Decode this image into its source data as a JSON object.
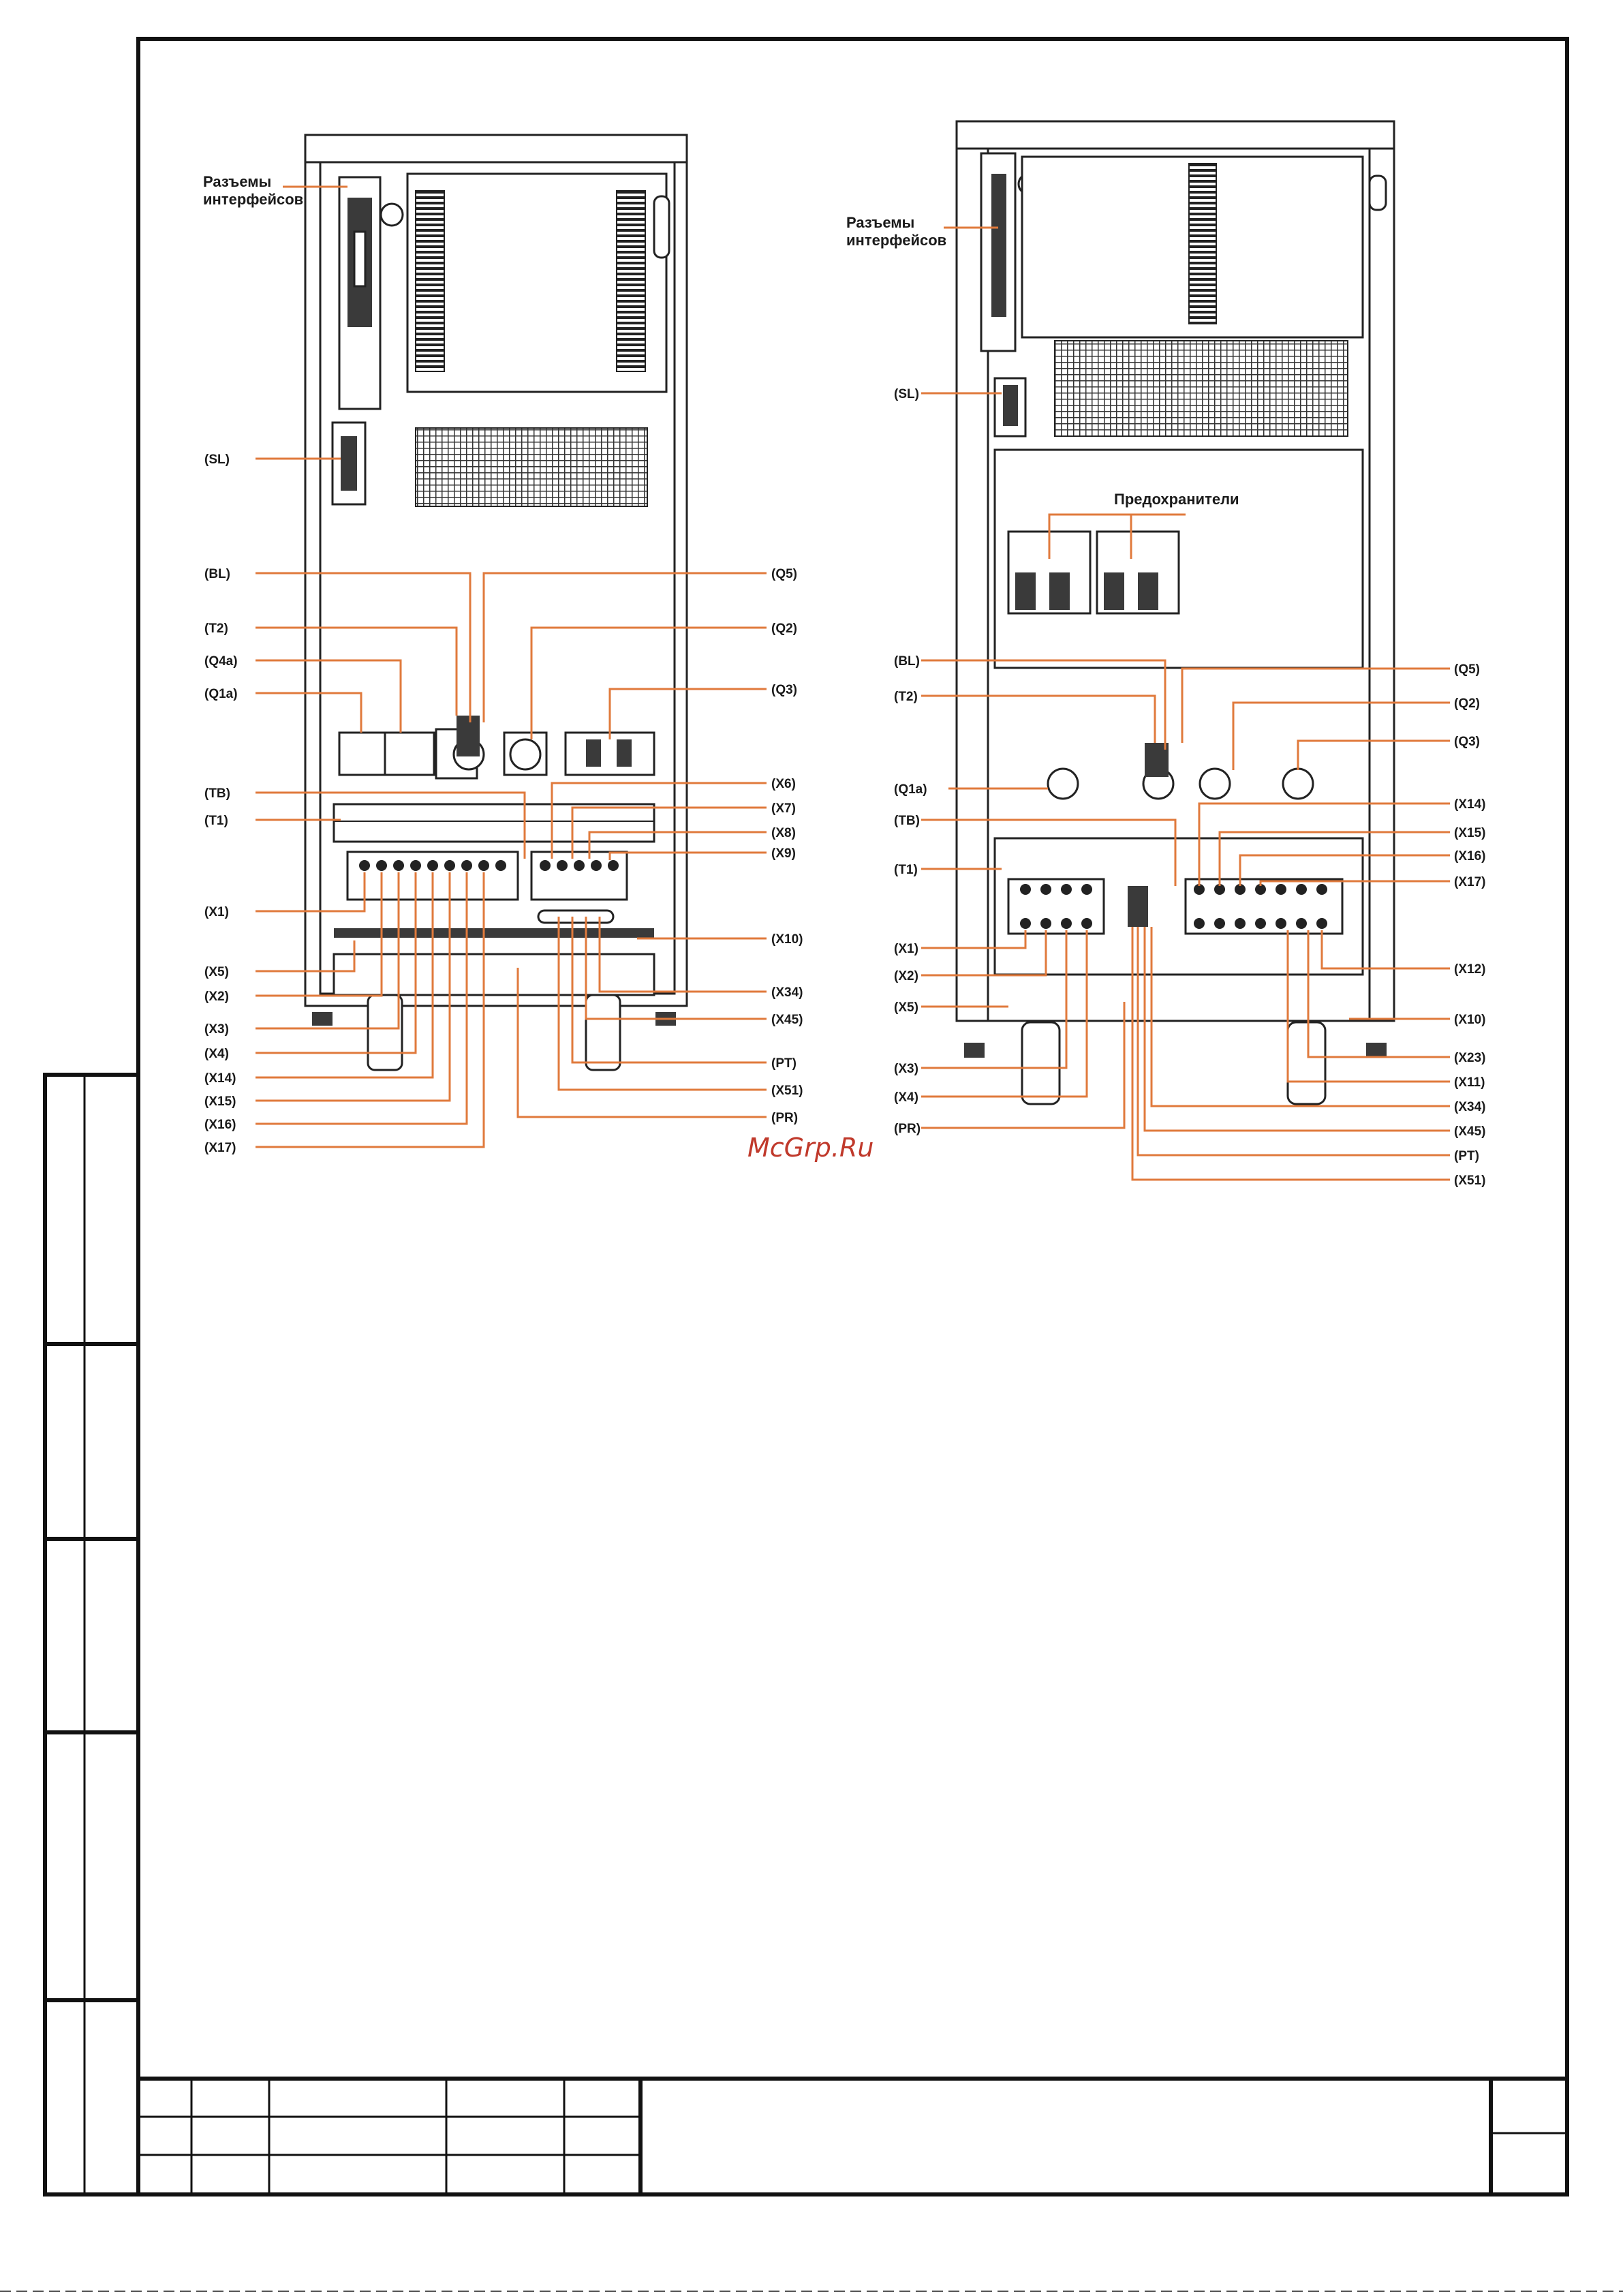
{
  "left_diagram": {
    "interface_label_line1": "Разъемы",
    "interface_label_line2": "интерфейсов",
    "labels_left": [
      "(SL)",
      "(BL)",
      "(T2)",
      "(Q4a)",
      "(Q1a)",
      "(TB)",
      "(T1)",
      "(X1)",
      "(X5)",
      "(X2)",
      "(X3)",
      "(X4)",
      "(X14)",
      "(X15)",
      "(X16)",
      "(X17)"
    ],
    "labels_right": [
      "(Q5)",
      "(Q2)",
      "(Q3)",
      "(X6)",
      "(X7)",
      "(X8)",
      "(X9)",
      "(X10)",
      "(X34)",
      "(X45)",
      "(PT)",
      "(X51)",
      "(PR)"
    ]
  },
  "right_diagram": {
    "interface_label_line1": "Разъемы",
    "interface_label_line2": "интерфейсов",
    "fuses_label": "Предохранители",
    "labels_left": [
      "(SL)",
      "(BL)",
      "(T2)",
      "(Q1a)",
      "(TB)",
      "(T1)",
      "(X1)",
      "(X2)",
      "(X5)",
      "(X3)",
      "(X4)",
      "(PR)"
    ],
    "labels_right": [
      "(Q5)",
      "(Q2)",
      "(Q3)",
      "(X14)",
      "(X15)",
      "(X16)",
      "(X17)",
      "(X12)",
      "(X10)",
      "(X23)",
      "(X11)",
      "(X34)",
      "(X45)",
      "(PT)",
      "(X51)"
    ]
  },
  "watermark": "McGrp.Ru",
  "colors": {
    "leader": "#e07a3c",
    "frame": "#111111",
    "watermark": "#c0392b"
  }
}
